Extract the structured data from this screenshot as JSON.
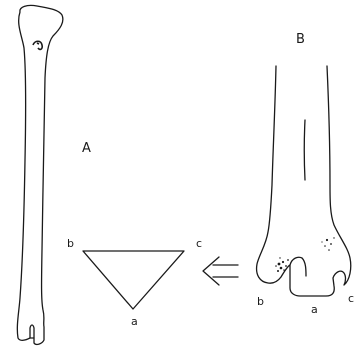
{
  "figure": {
    "panel_a": {
      "label": "A"
    },
    "panel_b": {
      "label": "B",
      "point_b": "b",
      "point_a": "a",
      "point_c": "c"
    },
    "triangle": {
      "vertex_b": "b",
      "vertex_c": "c",
      "vertex_a": "a"
    },
    "arrow": {
      "direction": "left"
    }
  }
}
